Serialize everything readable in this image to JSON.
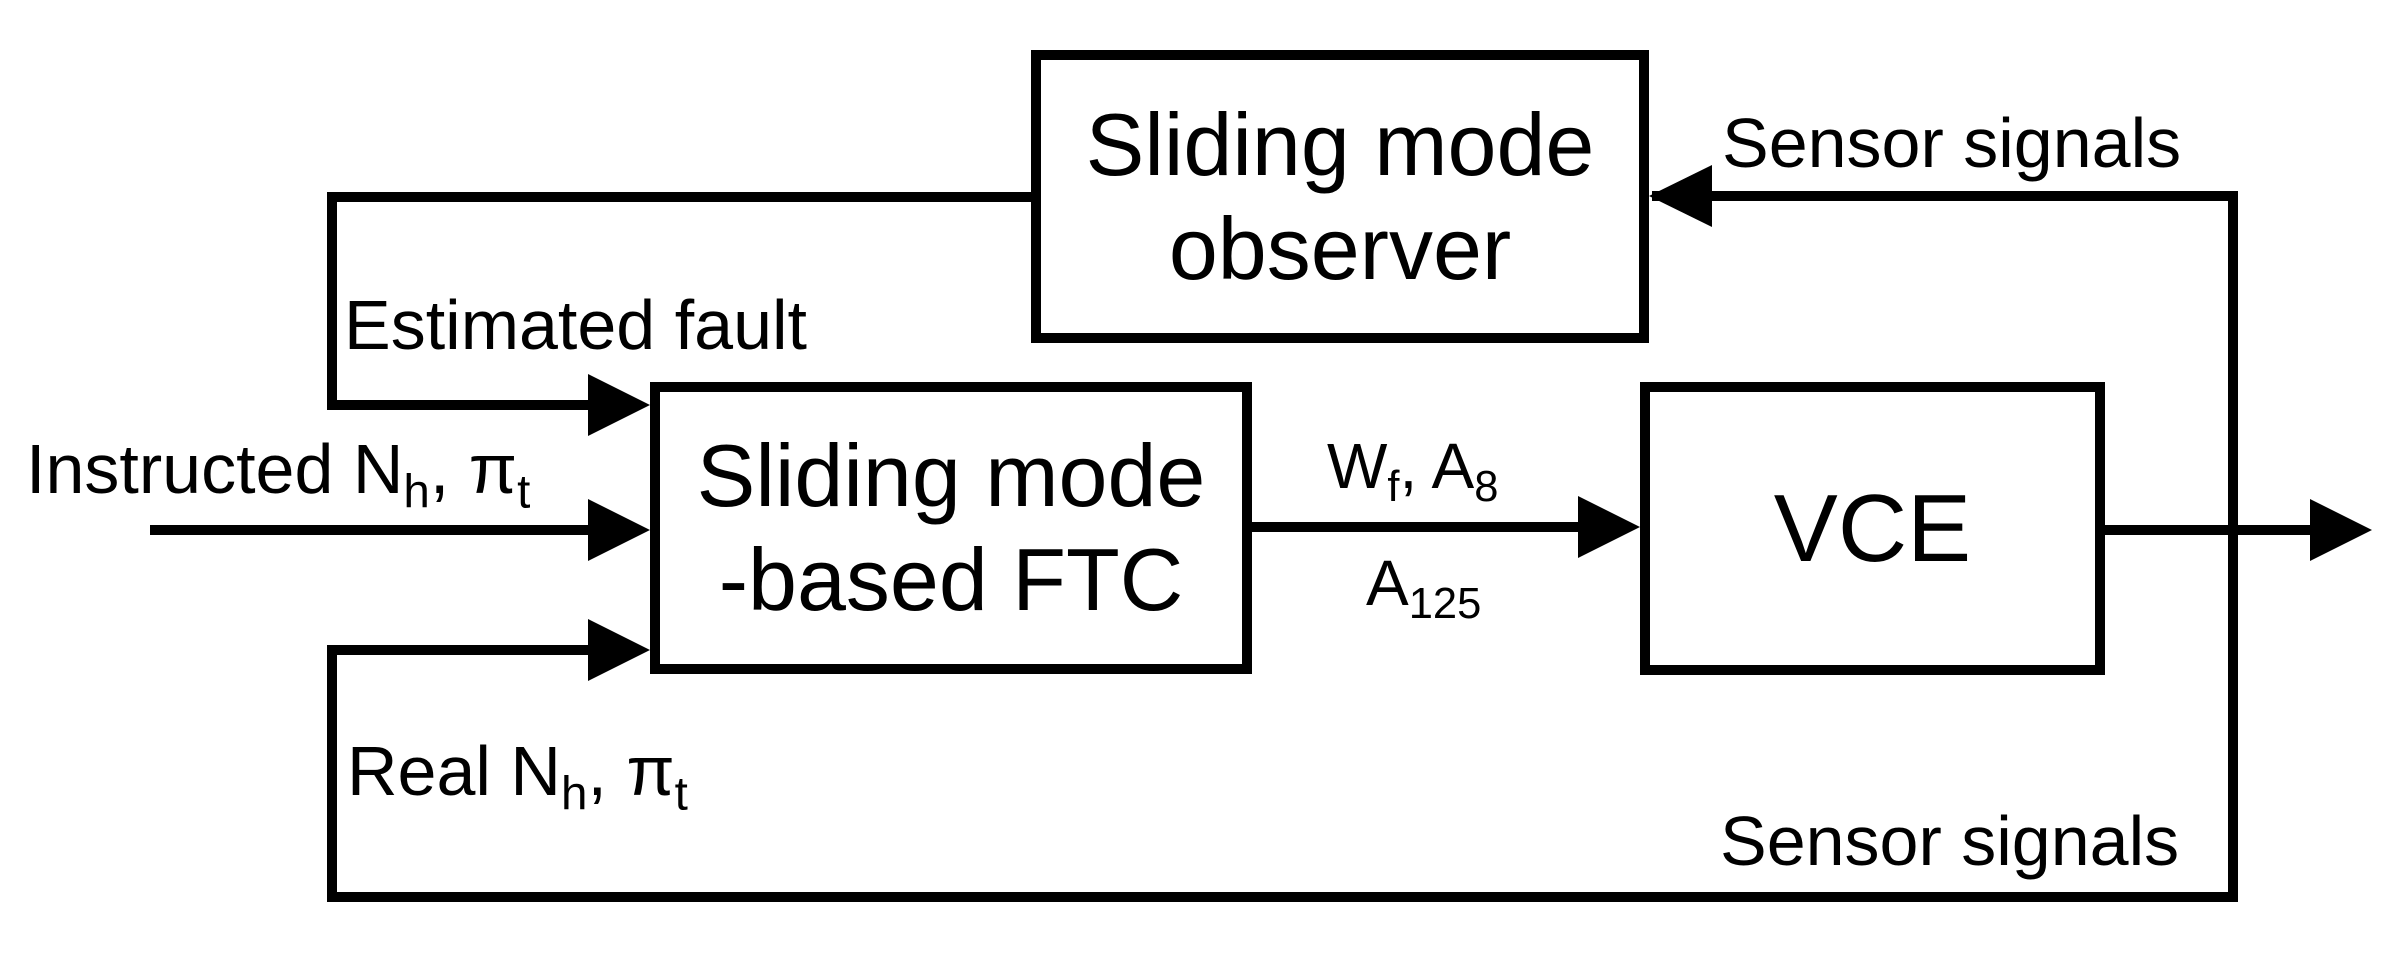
{
  "figure": {
    "type": "block-diagram",
    "colors": {
      "ink": "#000000",
      "background": "#ffffff"
    },
    "boxes": {
      "observer": {
        "line1": "Sliding mode",
        "line2": "observer"
      },
      "ftc": {
        "line1": "Sliding mode",
        "line2": "-based FTC"
      },
      "vce": {
        "label": "VCE"
      }
    },
    "labels": {
      "sensor_top": {
        "text": "Sensor signals"
      },
      "sensor_bottom": {
        "text": "Sensor signals"
      },
      "estimated_fault": {
        "text": "Estimated fault"
      },
      "instructed": {
        "pre": "Instructed N",
        "sub1": "h",
        "mid": ", π",
        "sub2": "t"
      },
      "real": {
        "pre": "Real N",
        "sub1": "h",
        "mid": ", π",
        "sub2": "t"
      },
      "command_upper": {
        "pre": "W",
        "sub1": "f",
        "mid": ", A",
        "sub2": "8"
      },
      "command_lower": {
        "pre": "A",
        "sub1": "125"
      }
    },
    "icons": {
      "arrowheads": "solid-black-triangles"
    }
  }
}
